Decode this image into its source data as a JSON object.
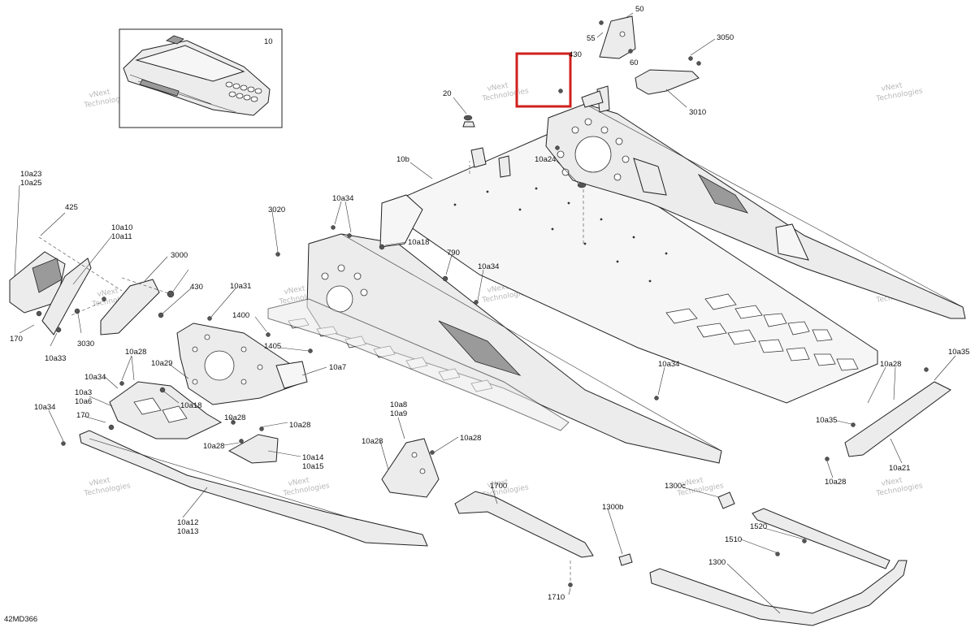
{
  "diagram": {
    "code": "42MD366",
    "watermark": [
      "vNext",
      "Technologies"
    ],
    "highlight_color": "#d0201e",
    "callouts": [
      "10",
      "50",
      "55",
      "60",
      "3050",
      "430",
      "3010",
      "20",
      "10b",
      "10a24",
      "10a23",
      "10a25",
      "425",
      "10a10",
      "10a11",
      "3020",
      "10a34",
      "10a18",
      "3000",
      "790",
      "10a34",
      "430",
      "10a31",
      "170",
      "10a33",
      "3030",
      "1400",
      "1405",
      "10a7",
      "10a28",
      "10a29",
      "10a34",
      "10a3",
      "10a6",
      "10a18",
      "10a28",
      "170",
      "10a28",
      "10a28",
      "10a34",
      "10a14",
      "10a15",
      "10a12",
      "10a13",
      "10a8",
      "10a9",
      "10a28",
      "10a28",
      "10a34",
      "1700",
      "1300c",
      "1300b",
      "1520",
      "1510",
      "1300",
      "1710",
      "10a35",
      "10a28",
      "10a35",
      "10a21",
      "10a28"
    ]
  }
}
